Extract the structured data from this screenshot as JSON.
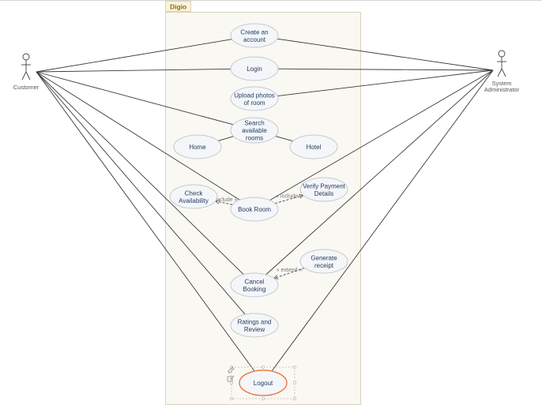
{
  "system": {
    "title": "Digio"
  },
  "actors": [
    {
      "id": "customer",
      "label": [
        "Customer"
      ]
    },
    {
      "id": "admin",
      "label": [
        "System",
        "Administrator"
      ]
    }
  ],
  "use_cases": [
    {
      "id": "create-account",
      "label": [
        "Create an",
        "account"
      ]
    },
    {
      "id": "login",
      "label": [
        "Login"
      ]
    },
    {
      "id": "upload-photos",
      "label": [
        "Upload photos",
        "of room"
      ]
    },
    {
      "id": "search-rooms",
      "label": [
        "Search",
        "available",
        "rooms"
      ]
    },
    {
      "id": "home",
      "label": [
        "Home"
      ]
    },
    {
      "id": "hotel",
      "label": [
        "Hotel"
      ]
    },
    {
      "id": "check-availability",
      "label": [
        "Check",
        "Availability"
      ]
    },
    {
      "id": "book-room",
      "label": [
        "Book Room"
      ]
    },
    {
      "id": "verify-payment",
      "label": [
        "Verify Payment",
        "Details"
      ]
    },
    {
      "id": "generate-receipt",
      "label": [
        "Generate",
        "receipt"
      ]
    },
    {
      "id": "cancel-booking",
      "label": [
        "Cancel",
        "Booking"
      ]
    },
    {
      "id": "ratings-review",
      "label": [
        "Ratings and",
        "Review"
      ]
    },
    {
      "id": "logout",
      "label": [
        "Logout"
      ],
      "selected": true
    }
  ],
  "associations": [
    [
      "customer",
      "create-account"
    ],
    [
      "customer",
      "login"
    ],
    [
      "customer",
      "search-rooms"
    ],
    [
      "customer",
      "book-room"
    ],
    [
      "customer",
      "cancel-booking"
    ],
    [
      "customer",
      "ratings-review"
    ],
    [
      "customer",
      "logout"
    ],
    [
      "admin",
      "create-account"
    ],
    [
      "admin",
      "login"
    ],
    [
      "admin",
      "upload-photos"
    ],
    [
      "admin",
      "book-room"
    ],
    [
      "admin",
      "cancel-booking"
    ],
    [
      "admin",
      "logout"
    ],
    [
      "search-rooms",
      "home"
    ],
    [
      "search-rooms",
      "hotel"
    ]
  ],
  "dependencies": [
    {
      "from": "book-room",
      "to": "check-availability",
      "label": "« include »"
    },
    {
      "from": "book-room",
      "to": "verify-payment",
      "label": "« include »"
    },
    {
      "from": "generate-receipt",
      "to": "cancel-booking",
      "label": "« extend »"
    }
  ],
  "colors": {
    "system_fill": "#faf8f2",
    "system_border": "#d9d2bd",
    "title_tab": "#fbf4d6",
    "usecase_fill": "#f4f6f9",
    "usecase_stroke": "#c3cad3",
    "line": "#3a3a3a",
    "selected_stroke": "#e8672a",
    "handle": "#bfbfbf"
  },
  "icons": [
    "pencil-icon",
    "edit-icon"
  ]
}
